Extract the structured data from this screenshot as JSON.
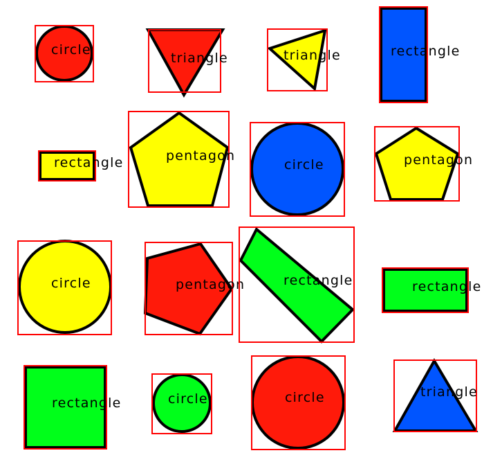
{
  "colors": {
    "red": "#ff1a0a",
    "yellow": "#ffff00",
    "blue": "#0055ff",
    "green": "#00ff1a",
    "outline": "#000000",
    "box": "#ff0000"
  },
  "shapes": [
    {
      "label": "circle",
      "kind": "circle",
      "color": "red"
    },
    {
      "label": "triangle",
      "kind": "triangle",
      "color": "red"
    },
    {
      "label": "triangle",
      "kind": "triangle",
      "color": "yellow"
    },
    {
      "label": "rectangle",
      "kind": "rectangle",
      "color": "blue"
    },
    {
      "label": "rectangle",
      "kind": "rectangle",
      "color": "yellow"
    },
    {
      "label": "pentagon",
      "kind": "pentagon",
      "color": "yellow"
    },
    {
      "label": "circle",
      "kind": "circle",
      "color": "blue"
    },
    {
      "label": "pentagon",
      "kind": "pentagon",
      "color": "yellow"
    },
    {
      "label": "circle",
      "kind": "circle",
      "color": "yellow"
    },
    {
      "label": "pentagon",
      "kind": "pentagon",
      "color": "red"
    },
    {
      "label": "rectangle",
      "kind": "rectangle",
      "color": "green"
    },
    {
      "label": "rectangle",
      "kind": "rectangle",
      "color": "green"
    },
    {
      "label": "rectangle",
      "kind": "rectangle",
      "color": "green"
    },
    {
      "label": "circle",
      "kind": "circle",
      "color": "green"
    },
    {
      "label": "circle",
      "kind": "circle",
      "color": "red"
    },
    {
      "label": "triangle",
      "kind": "triangle",
      "color": "blue"
    }
  ]
}
